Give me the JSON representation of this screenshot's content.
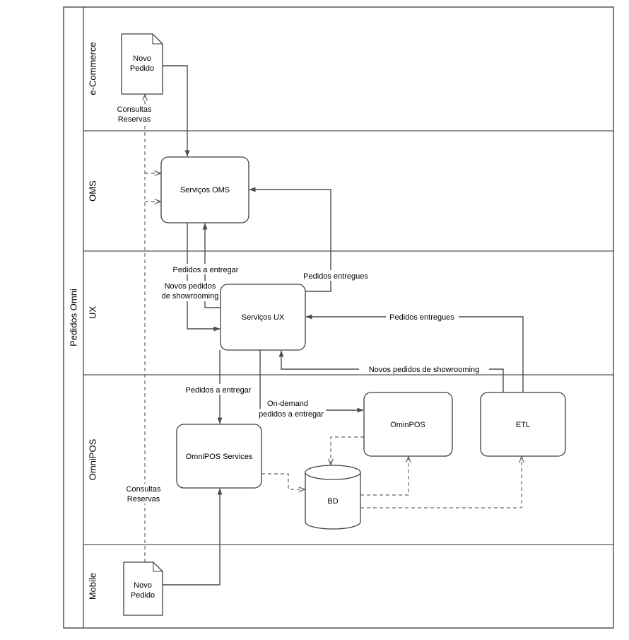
{
  "pool": {
    "title": "Pedidos Omni"
  },
  "lanes": {
    "ecommerce": "e-Commerce",
    "oms": "OMS",
    "ux": "UX",
    "omnipos": "OmniPOS",
    "mobile": "Mobile"
  },
  "nodes": {
    "doc_ecommerce_line1": "Novo",
    "doc_ecommerce_line2": "Pedido",
    "servicos_oms": "Serviços OMS",
    "servicos_ux": "Serviços UX",
    "omnipos_services": "OmniPOS Services",
    "ominpos": "OminPOS",
    "etl": "ETL",
    "bd": "BD",
    "doc_mobile_line1": "Novo",
    "doc_mobile_line2": "Pedido"
  },
  "labels": {
    "consultas_ecom_1": "Consultas",
    "consultas_ecom_2": "Reservas",
    "consultas_pos_1": "Consultas",
    "consultas_pos_2": "Reservas",
    "pedidos_a_entregar_top": "Pedidos a entregar",
    "novos_pedidos_top_1": "Novos pedidos",
    "novos_pedidos_top_2": "de showrooming",
    "pedidos_entregues_top": "Pedidos entregues",
    "pedidos_entregues_etl": "Pedidos entregues",
    "novos_pedidos_etl": "Novos pedidos de showrooming",
    "pedidos_a_entregar_bottom": "Pedidos a entregar",
    "on_demand_1": "On-demand",
    "on_demand_2": "pedidos a entregar"
  }
}
